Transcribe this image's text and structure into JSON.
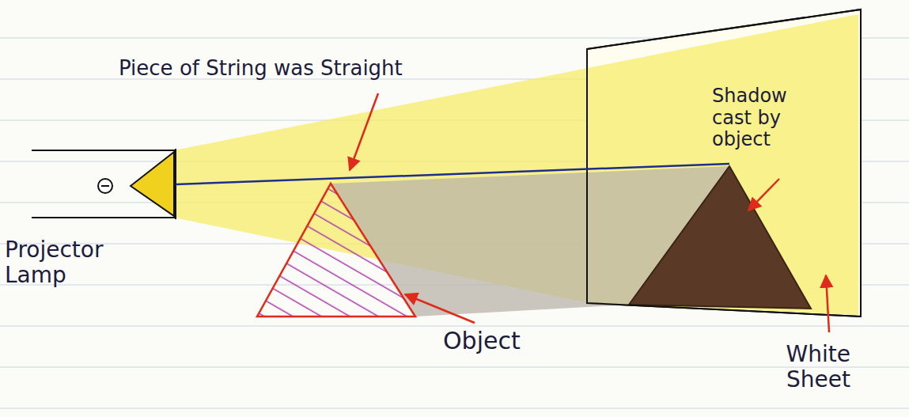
{
  "diagram": {
    "labels": [
      "Piece of String was Straight",
      "Shadow cast by object",
      "Projector Lamp",
      "Object",
      "White Sheet"
    ]
  }
}
